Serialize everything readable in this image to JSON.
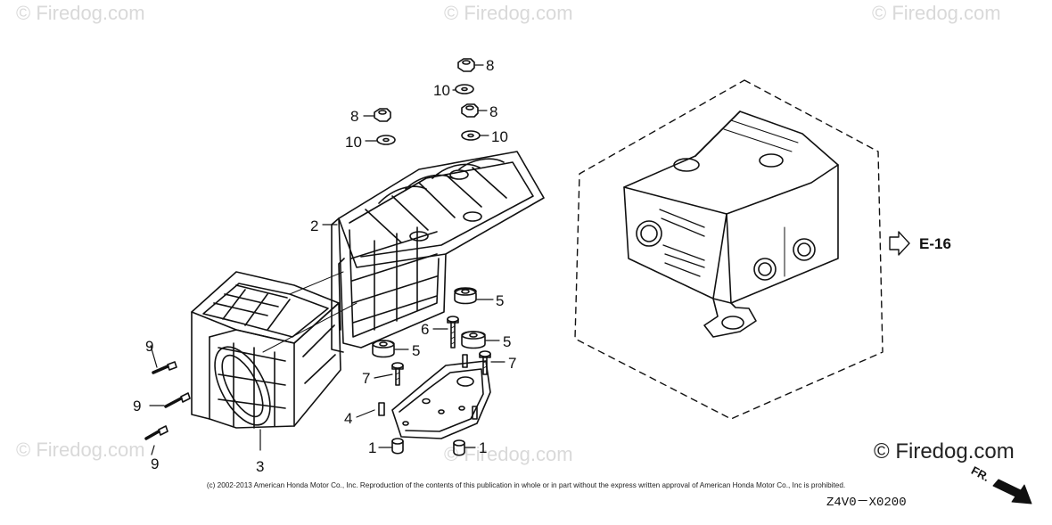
{
  "watermarks": [
    "© Firedog.com",
    "© Firedog.com",
    "© Firedog.com",
    "© Firedog.com",
    "© Firedog.com"
  ],
  "callouts": {
    "c1a": "1",
    "c1b": "1",
    "c2": "2",
    "c3": "3",
    "c4": "4",
    "c5a": "5",
    "c5b": "5",
    "c5c": "5",
    "c6": "6",
    "c7a": "7",
    "c7b": "7",
    "c8a": "8",
    "c8b": "8",
    "c8c": "8",
    "c9a": "9",
    "c9b": "9",
    "c9c": "9",
    "c10a": "10",
    "c10b": "10",
    "c10c": "10"
  },
  "reference": {
    "label": "E-16",
    "arrow_icon": "outline-arrow-right-icon"
  },
  "brand": "© Firedog.com",
  "copyright": "(c) 2002-2013 American Honda Motor Co., Inc. Reproduction of the contents of this publication in whole or in part without the express written approval of American Honda Motor Co., Inc is prohibited.",
  "diagram_code": "Z4V0－X0200",
  "front_marker": {
    "label": "FR.",
    "icon": "front-direction-arrow-icon"
  }
}
